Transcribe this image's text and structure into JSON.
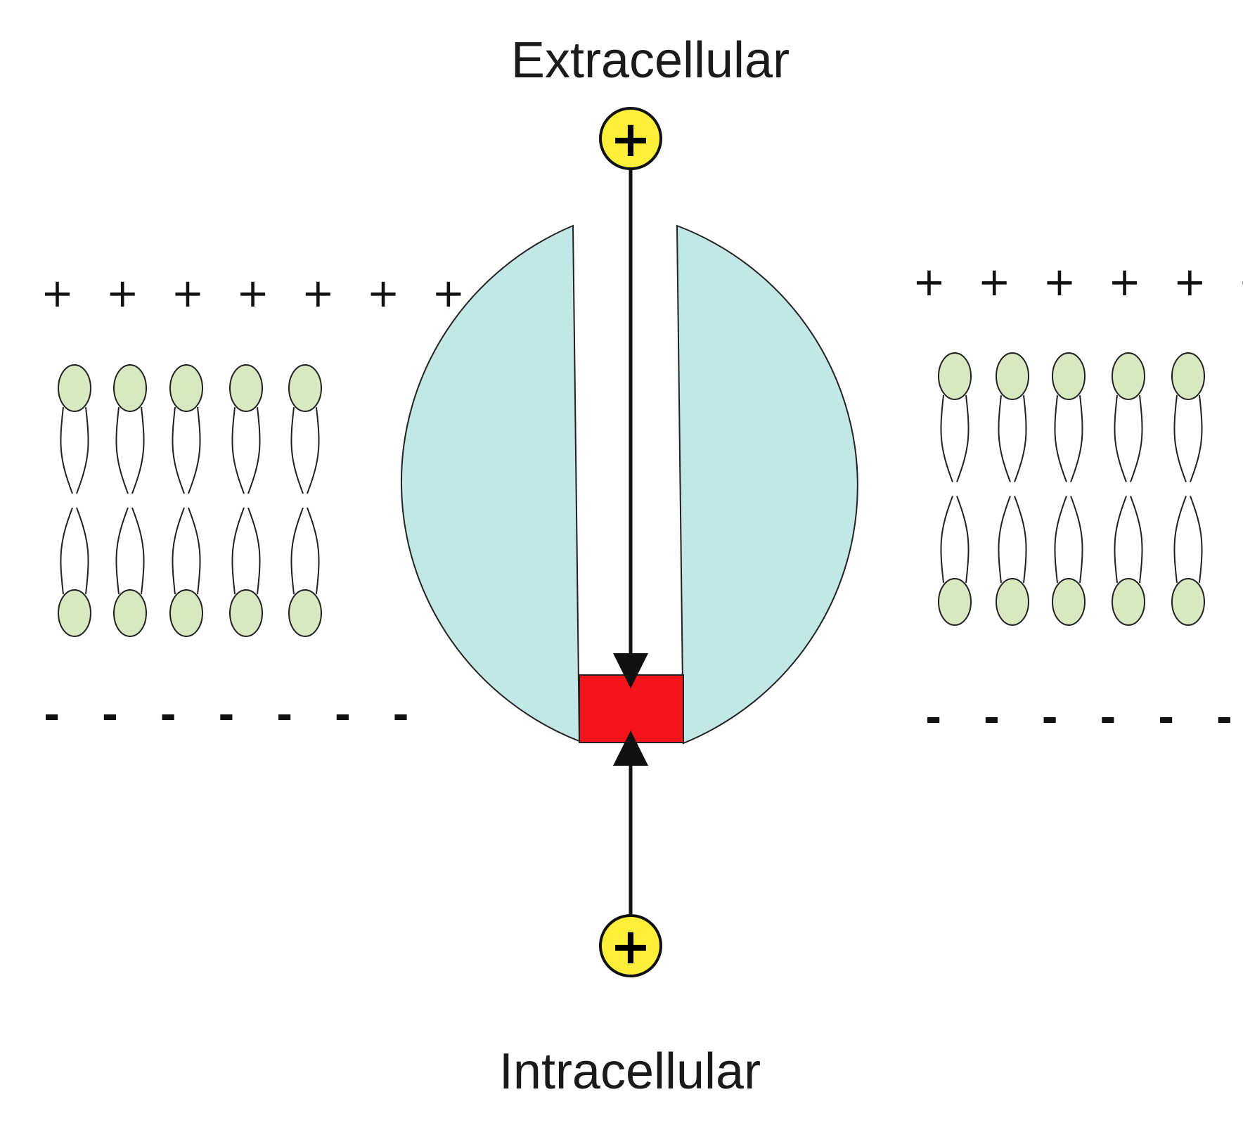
{
  "labels": {
    "extracellular": "Extracellular",
    "intracellular": "Intracellular"
  },
  "membrane": {
    "outer_charge_symbols": "+ + + + + + +",
    "inner_charge_symbols": "- - - - - - -",
    "lipids_per_side": 5
  },
  "ions": {
    "top_sign": "+",
    "bottom_sign": "+"
  },
  "colors": {
    "channel_fill": "#c2e8e6",
    "gate_fill": "#f5141c",
    "lipid_head_fill": "#d8e9c1",
    "ion_fill": "#ffef3a",
    "stroke": "#222222"
  }
}
